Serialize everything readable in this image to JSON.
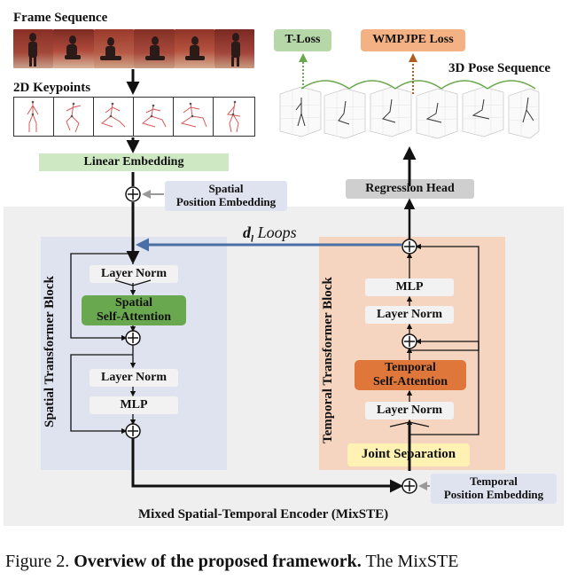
{
  "title_frames": "Frame Sequence",
  "title_keypoints": "2D Keypoints",
  "title_pose_seq": "3D Pose Sequence",
  "linear_embedding": "Linear Embedding",
  "spatial_pos_embed": [
    "Spatial",
    "Position Embedding"
  ],
  "temporal_pos_embed": [
    "Temporal",
    "Position Embedding"
  ],
  "regression_head": "Regression Head",
  "tloss": "T-Loss",
  "wmpjpe": "WMPJPE Loss",
  "loops_symbol": "d",
  "loops_sub": "l",
  "loops_text": "Loops",
  "spatial_block_label": "Spatial Transformer Block",
  "temporal_block_label": "Temporal Transformer Block",
  "spatial": {
    "layer_norm_1": "Layer Norm",
    "attention": [
      "Spatial",
      "Self-Attention"
    ],
    "layer_norm_2": "Layer Norm",
    "mlp": "MLP"
  },
  "temporal": {
    "mlp": "MLP",
    "layer_norm_1": "Layer Norm",
    "attention": [
      "Temporal",
      "Self-Attention"
    ],
    "layer_norm_2": "Layer Norm",
    "joint_sep": "Joint Separation"
  },
  "encoder_label": "Mixed Spatial-Temporal Encoder (MixSTE)",
  "caption": {
    "prefix": "Figure 2.",
    "bold": "Overview of the proposed framework.",
    "rest": "The MixSTE"
  },
  "colors": {
    "encoder_bg": "#efefef",
    "spatial_bg": "#dfe3ef",
    "temporal_bg": "#f5d5c0",
    "linear_embed": "#cfe8c4",
    "spatial_attn": "#6aa84f",
    "temporal_attn": "#e0773a",
    "joint_sep": "#fff2b3",
    "regression": "#cfcfcf",
    "tloss": "#b6d7a8",
    "wmpjpe": "#f4b183",
    "loop_arrow": "#4a6fa5"
  }
}
